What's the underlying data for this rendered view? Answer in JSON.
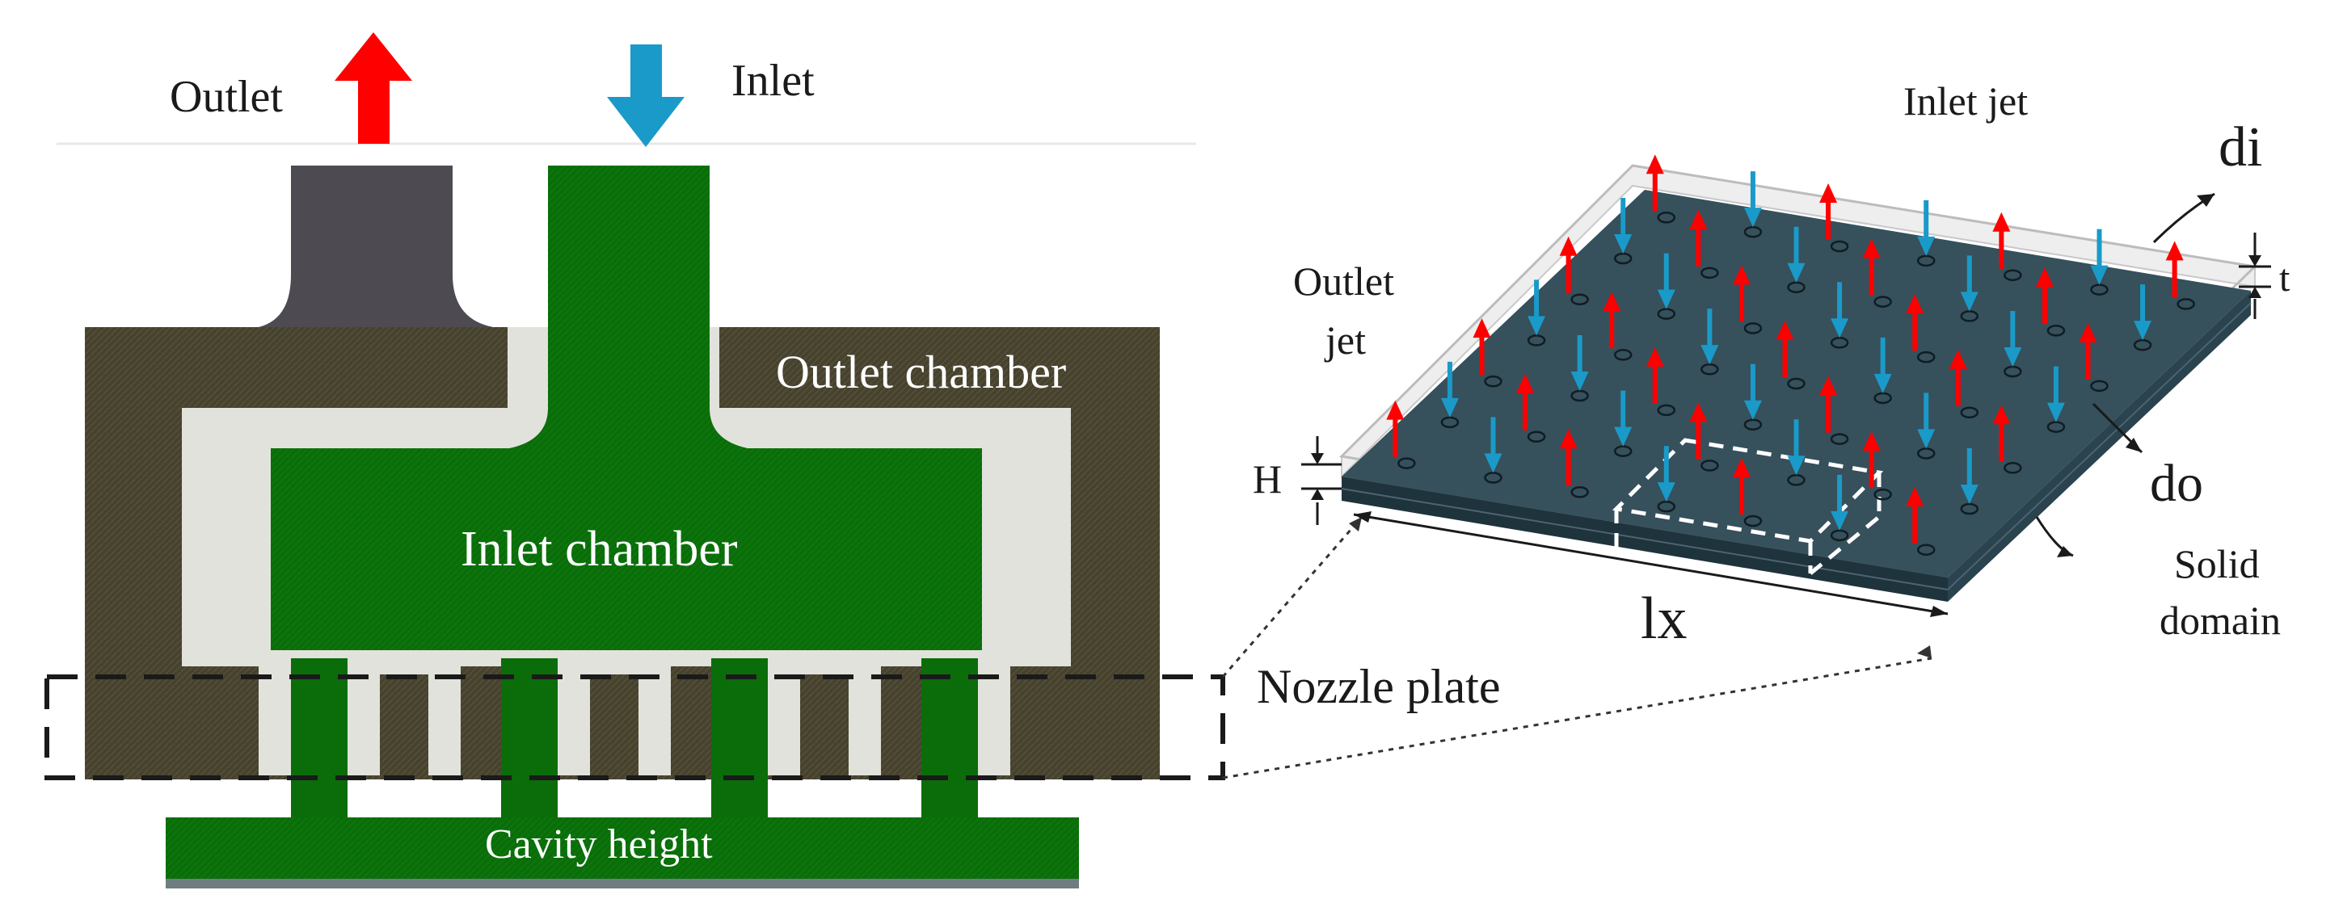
{
  "colors": {
    "outlet_arrow": "#ff0000",
    "inlet_arrow": "#1a9ac8",
    "inlet_fluid": "#0a6d0a",
    "chamber_solid": "#46422e",
    "wall": "#e2e2dc",
    "outlet_port": "#4d4a52",
    "plate_top": "#36505c",
    "plate_side": "#1f333c",
    "text_light": "#ffffff",
    "text_dark": "#1a1a1a"
  },
  "cross_section": {
    "outlet_label": "Outlet",
    "inlet_label": "Inlet",
    "outlet_chamber_label": "Outlet chamber",
    "inlet_chamber_label": "Inlet chamber",
    "nozzle_plate_label": "Nozzle plate",
    "cavity_height_label": "Cavity height"
  },
  "iso_view": {
    "inlet_jet_label": "Inlet jet",
    "outlet_jet_label_line1": "Outlet",
    "outlet_jet_label_line2": "jet",
    "di_label": "di",
    "t_label": "t",
    "h_label": "H",
    "do_label": "do",
    "lx_label": "lx",
    "solid_domain_line1": "Solid",
    "solid_domain_line2": "domain"
  }
}
